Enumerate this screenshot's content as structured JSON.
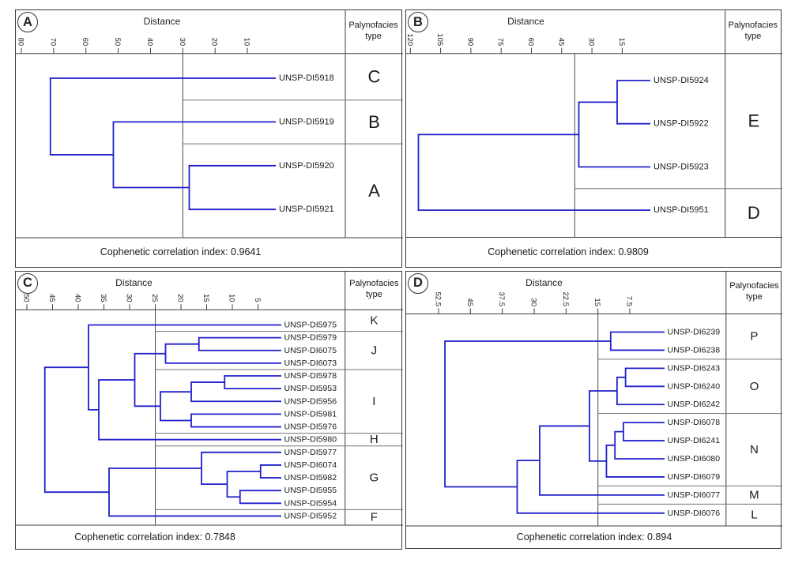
{
  "figure": {
    "background": "#ffffff",
    "colors": {
      "tree_line": "#2121cc",
      "panel_border": "#3a3a3a",
      "frame_line": "#3c3c3c",
      "cutoff_line": "#4a4a4a",
      "separator_line": "#707070",
      "text": "#1a1a1a"
    }
  },
  "chart_data": [
    {
      "type": "dendrogram",
      "panel": "A",
      "axis": {
        "title": "Distance",
        "ticks": [
          "80",
          "70",
          "60",
          "50",
          "40",
          "30",
          "20",
          "10"
        ],
        "cutoff": 30
      },
      "palynofacies_header": [
        "Palynofacies",
        "type"
      ],
      "leaves": [
        {
          "label": "UNSP-DI5918",
          "type": "C"
        },
        {
          "label": "UNSP-DI5919",
          "type": "B"
        },
        {
          "label": "UNSP-DI5920",
          "type": "A"
        },
        {
          "label": "UNSP-DI5921",
          "type": "A"
        }
      ],
      "merges": {
        "d": 71,
        "c": [
          0,
          {
            "d": 51.5,
            "c": [
              1,
              {
                "d": 28,
                "c": [
                  2,
                  3
                ]
              }
            ]
          }
        ]
      },
      "groups": [
        {
          "type": "C",
          "rows": [
            0,
            0
          ]
        },
        {
          "type": "B",
          "rows": [
            1,
            1
          ]
        },
        {
          "type": "A",
          "rows": [
            2,
            3
          ]
        }
      ],
      "cophenetic_label": "Cophenetic correlation index: 0.9641"
    },
    {
      "type": "dendrogram",
      "panel": "B",
      "axis": {
        "title": "Distance",
        "ticks": [
          "120",
          "105",
          "90",
          "75",
          "60",
          "45",
          "30",
          "15"
        ],
        "cutoff": 38.5
      },
      "palynofacies_header": [
        "Palynofacies",
        "type"
      ],
      "leaves": [
        {
          "label": "UNSP-DI5924",
          "type": "E"
        },
        {
          "label": "UNSP-DI5922",
          "type": "E"
        },
        {
          "label": "UNSP-DI5923",
          "type": "E"
        },
        {
          "label": "UNSP-DI5951",
          "type": "D"
        }
      ],
      "merges": {
        "d": 116,
        "c": [
          {
            "d": 36.5,
            "c": [
              {
                "d": 17.5,
                "c": [
                  0,
                  1
                ]
              },
              2
            ]
          },
          3
        ]
      },
      "groups": [
        {
          "type": "E",
          "rows": [
            0,
            2
          ]
        },
        {
          "type": "D",
          "rows": [
            3,
            3
          ]
        }
      ],
      "cophenetic_label": "Cophenetic correlation index: 0.9809"
    },
    {
      "type": "dendrogram",
      "panel": "C",
      "axis": {
        "title": "Distance",
        "ticks": [
          "50",
          "45",
          "40",
          "35",
          "30",
          "25",
          "20",
          "15",
          "10",
          "5"
        ],
        "cutoff": 25
      },
      "palynofacies_header": [
        "Palynofacies",
        "type"
      ],
      "leaves": [
        {
          "label": "UNSP-DI5975",
          "type": "K"
        },
        {
          "label": "UNSP-DI5979",
          "type": "J"
        },
        {
          "label": "UNSP-DI6075",
          "type": "J"
        },
        {
          "label": "UNSP-DI6073",
          "type": "J"
        },
        {
          "label": "UNSP-DI5978",
          "type": "I"
        },
        {
          "label": "UNSP-DI5953",
          "type": "I"
        },
        {
          "label": "UNSP-DI5956",
          "type": "I"
        },
        {
          "label": "UNSP-DI5981",
          "type": "I"
        },
        {
          "label": "UNSP-DI5976",
          "type": "I"
        },
        {
          "label": "UNSP-DI5980",
          "type": "H"
        },
        {
          "label": "UNSP-DI5977",
          "type": "G"
        },
        {
          "label": "UNSP-DI6074",
          "type": "G"
        },
        {
          "label": "UNSP-DI5982",
          "type": "G"
        },
        {
          "label": "UNSP-DI5955",
          "type": "G"
        },
        {
          "label": "UNSP-DI5954",
          "type": "G"
        },
        {
          "label": "UNSP-DI5952",
          "type": "F"
        }
      ],
      "merges": {
        "d": 46.5,
        "c": [
          {
            "d": 38,
            "c": [
              0,
              {
                "d": 36,
                "c": [
                  {
                    "d": 29,
                    "c": [
                      {
                        "d": 23,
                        "c": [
                          {
                            "d": 16.5,
                            "c": [
                              1,
                              2
                            ]
                          },
                          3
                        ]
                      },
                      {
                        "d": 24,
                        "c": [
                          {
                            "d": 18,
                            "c": [
                              {
                                "d": 11.5,
                                "c": [
                                  4,
                                  5
                                ]
                              },
                              6
                            ]
                          },
                          {
                            "d": 18,
                            "c": [
                              7,
                              8
                            ]
                          }
                        ]
                      }
                    ]
                  },
                  9
                ]
              }
            ]
          },
          {
            "d": 34,
            "c": [
              {
                "d": 16,
                "c": [
                  10,
                  {
                    "d": 11,
                    "c": [
                      {
                        "d": 4.5,
                        "c": [
                          11,
                          12
                        ]
                      },
                      {
                        "d": 8.5,
                        "c": [
                          13,
                          14
                        ]
                      }
                    ]
                  }
                ]
              },
              15
            ]
          }
        ]
      },
      "groups": [
        {
          "type": "K",
          "rows": [
            0,
            0
          ]
        },
        {
          "type": "J",
          "rows": [
            1,
            3
          ]
        },
        {
          "type": "I",
          "rows": [
            4,
            8
          ]
        },
        {
          "type": "H",
          "rows": [
            9,
            9
          ]
        },
        {
          "type": "G",
          "rows": [
            10,
            14
          ]
        },
        {
          "type": "F",
          "rows": [
            15,
            15
          ]
        }
      ],
      "cophenetic_label": "Cophenetic correlation index: 0.7848"
    },
    {
      "type": "dendrogram",
      "panel": "D",
      "axis": {
        "title": "Distance",
        "ticks": [
          "52.5",
          "45",
          "37.5",
          "30",
          "22.5",
          "15",
          "7.5"
        ],
        "cutoff": 15
      },
      "palynofacies_header": [
        "Palynofacies",
        "type"
      ],
      "leaves": [
        {
          "label": "UNSP-DI6239",
          "type": "P"
        },
        {
          "label": "UNSP-DI6238",
          "type": "P"
        },
        {
          "label": "UNSP-DI6243",
          "type": "O"
        },
        {
          "label": "UNSP-DI6240",
          "type": "O"
        },
        {
          "label": "UNSP-DI6242",
          "type": "O"
        },
        {
          "label": "UNSP-DI6078",
          "type": "N"
        },
        {
          "label": "UNSP-DI6241",
          "type": "N"
        },
        {
          "label": "UNSP-DI6080",
          "type": "N"
        },
        {
          "label": "UNSP-DI6079",
          "type": "N"
        },
        {
          "label": "UNSP-DI6077",
          "type": "M"
        },
        {
          "label": "UNSP-DI6076",
          "type": "L"
        }
      ],
      "merges": {
        "d": 51,
        "c": [
          {
            "d": 12,
            "c": [
              0,
              1
            ]
          },
          {
            "d": 34,
            "c": [
              {
                "d": 28.7,
                "c": [
                  {
                    "d": 17,
                    "c": [
                      {
                        "d": 10.5,
                        "c": [
                          {
                            "d": 8.5,
                            "c": [
                              2,
                              3
                            ]
                          },
                          4
                        ]
                      },
                      {
                        "d": 13,
                        "c": [
                          {
                            "d": 11,
                            "c": [
                              {
                                "d": 9,
                                "c": [
                                  5,
                                  6
                                ]
                              },
                              7
                            ]
                          },
                          8
                        ]
                      }
                    ]
                  },
                  9
                ]
              },
              10
            ]
          }
        ]
      },
      "groups": [
        {
          "type": "P",
          "rows": [
            0,
            1
          ]
        },
        {
          "type": "O",
          "rows": [
            2,
            4
          ]
        },
        {
          "type": "N",
          "rows": [
            5,
            8
          ]
        },
        {
          "type": "M",
          "rows": [
            9,
            9
          ]
        },
        {
          "type": "L",
          "rows": [
            10,
            10
          ]
        }
      ],
      "cophenetic_label": "Cophenetic correlation index: 0.894"
    }
  ]
}
